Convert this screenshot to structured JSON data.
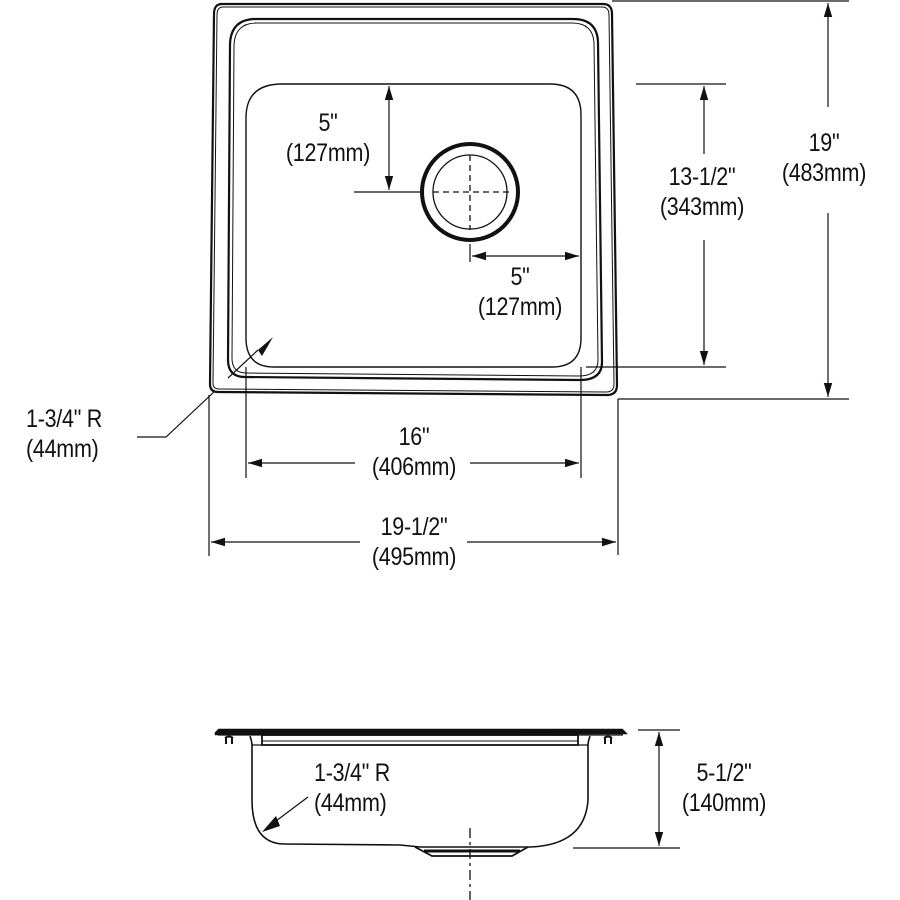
{
  "drawing": {
    "type": "sink-dimension-drawing",
    "line_color": "#111111",
    "background": "#ffffff",
    "plan_view": {
      "drain_top_offset": {
        "inch": "5\"",
        "mm": "(127mm)"
      },
      "drain_side_offset": {
        "inch": "5\"",
        "mm": "(127mm)"
      },
      "bowl_length": {
        "inch": "13-1/2\"",
        "mm": "(343mm)"
      },
      "overall_length": {
        "inch": "19\"",
        "mm": "(483mm)"
      },
      "corner_radius": {
        "inch": "1-3/4\" R",
        "mm": "(44mm)"
      },
      "bowl_width": {
        "inch": "16\"",
        "mm": "(406mm)"
      },
      "overall_width": {
        "inch": "19-1/2\"",
        "mm": "(495mm)"
      }
    },
    "side_view": {
      "bottom_radius": {
        "inch": "1-3/4\" R",
        "mm": "(44mm)"
      },
      "depth": {
        "inch": "5-1/2\"",
        "mm": "(140mm)"
      }
    }
  }
}
